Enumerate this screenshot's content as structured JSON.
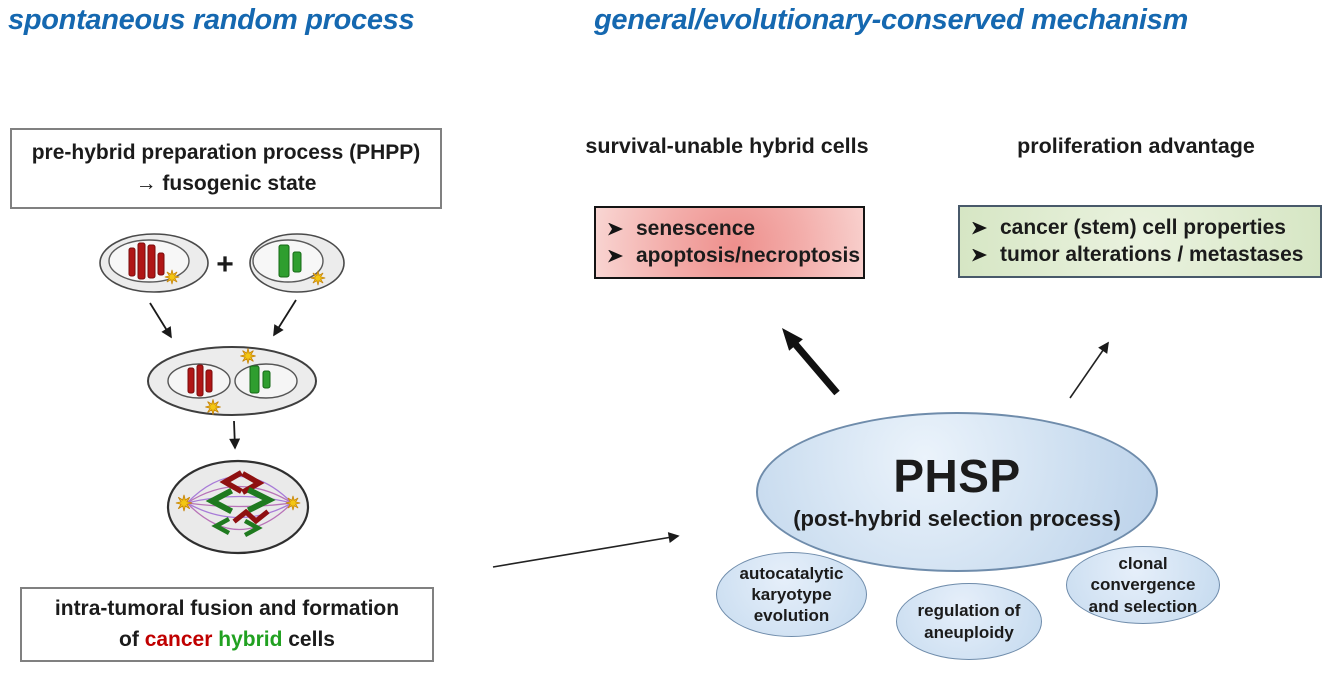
{
  "headers": {
    "left": "spontaneous random process",
    "right": "general/evolutionary-conserved mechanism"
  },
  "phpp_box": {
    "line1": "pre-hybrid preparation process (PHPP)",
    "line2": "→ fusogenic state"
  },
  "plus_sign": "+",
  "fusion_box": {
    "line1": "intra-tumoral fusion and formation",
    "line2_prefix": "of ",
    "line2_cancer": "cancer",
    "line2_mid": " ",
    "line2_hybrid": "hybrid",
    "line2_suffix": " cells"
  },
  "survival": {
    "heading": "survival-unable hybrid cells",
    "items": [
      "senescence",
      "apoptosis/necroptosis"
    ]
  },
  "proliferation": {
    "heading": "proliferation advantage",
    "items": [
      "cancer (stem) cell properties",
      "tumor alterations / metastases"
    ]
  },
  "phsp": {
    "title": "PHSP",
    "subtitle": "(post-hybrid selection process)",
    "sub_ellipses": [
      {
        "text": "autocatalytic\nkaryotype\nevolution"
      },
      {
        "text": "regulation of\naneuploidy"
      },
      {
        "text": "clonal\nconvergence\nand selection"
      }
    ]
  },
  "icons": {
    "bullet_glyph": "➢",
    "star": "centrosome-star",
    "arrow": "black-arrow"
  },
  "colors": {
    "header_blue": "#1568b0",
    "cancer_red": "#c00000",
    "hybrid_green": "#21a121",
    "chromosome_red": "#b01616",
    "chromosome_green": "#2f9e2f",
    "spindle_purple": "#a87bd8",
    "survival_box_center": "#ee8f8c",
    "survival_box_edge": "#f9d6d3",
    "proliferation_box": "#d6e6c4",
    "ellipse_fill": "#cfe0f1",
    "ellipse_border": "#6f8cab",
    "cell_fill": "#ececec",
    "star_yellow": "#f3c613"
  }
}
